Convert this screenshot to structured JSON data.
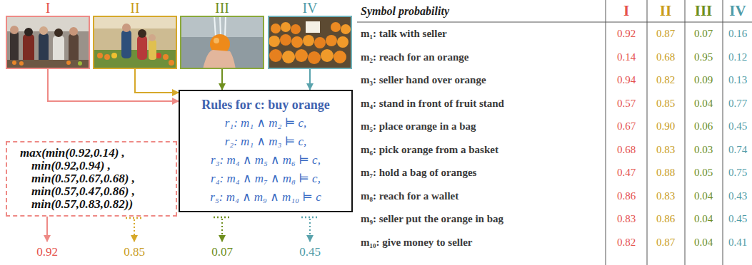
{
  "diagram": {
    "nodes": [
      {
        "text": [
          "I"
        ]
      },
      {
        "text": [
          "II"
        ]
      },
      {
        "text": [
          "III"
        ]
      },
      {
        "text": [
          "IV"
        ]
      },
      {
        "text": [
          "Rules for c: buy orange",
          "r₁: m₁ ∧ m₂ ⊨ c,",
          "r₂: m₁ ∧ m₃ ⊨ c,",
          "r₃: m₄ ∧ m₅ ∧ m₆ ⊨ c,",
          "r₄: m₄ ∧ m₇ ∧ m₈ ⊨ c,",
          "r₅: m₄ ∧ m₉ ∧ m₁₀ ⊨ c"
        ]
      },
      {
        "text": [
          "max(min(0.92,0.14) ,",
          "min(0.92,0.94) ,",
          "min(0.57,0.67,0.68) ,",
          "min(0.57,0.47,0.86) ,",
          "min(0.57,0.83,0.82))"
        ]
      }
    ],
    "edges": [
      {
        "from": 0,
        "to": 4,
        "arrow": "to"
      },
      {
        "from": 1,
        "to": 4,
        "arrow": "to"
      },
      {
        "from": 2,
        "to": 4,
        "arrow": "to"
      },
      {
        "from": 3,
        "to": 4,
        "arrow": "to"
      }
    ],
    "labels": [
      "Symbol probability",
      "I",
      "II",
      "III",
      "IV",
      "m₁: talk with seller",
      "0.92",
      "0.87",
      "0.07",
      "0.16",
      "m₂: reach for an orange",
      "0.14",
      "0.68",
      "0.95",
      "0.12",
      "m₃: seller hand over orange",
      "0.94",
      "0.82",
      "0.09",
      "0.13",
      "m₄: stand in front of fruit stand",
      "0.57",
      "0.85",
      "0.04",
      "0.77",
      "m₅: place orange in a bag",
      "0.67",
      "0.90",
      "0.06",
      "0.45",
      "m₆: pick orange from a basket",
      "0.68",
      "0.83",
      "0.03",
      "0.74",
      "m₇: hold a bag of oranges",
      "0.47",
      "0.88",
      "0.05",
      "0.75",
      "m₈: reach for a wallet",
      "0.86",
      "0.83",
      "0.04",
      "0.43",
      "m₉: seller put the orange in bag",
      "0.83",
      "0.86",
      "0.04",
      "0.45",
      "m₁₀: give money to seller",
      "0.82",
      "0.87",
      "0.04",
      "0.41",
      "0.92",
      "0.85",
      "0.07",
      "0.45"
    ]
  }
}
